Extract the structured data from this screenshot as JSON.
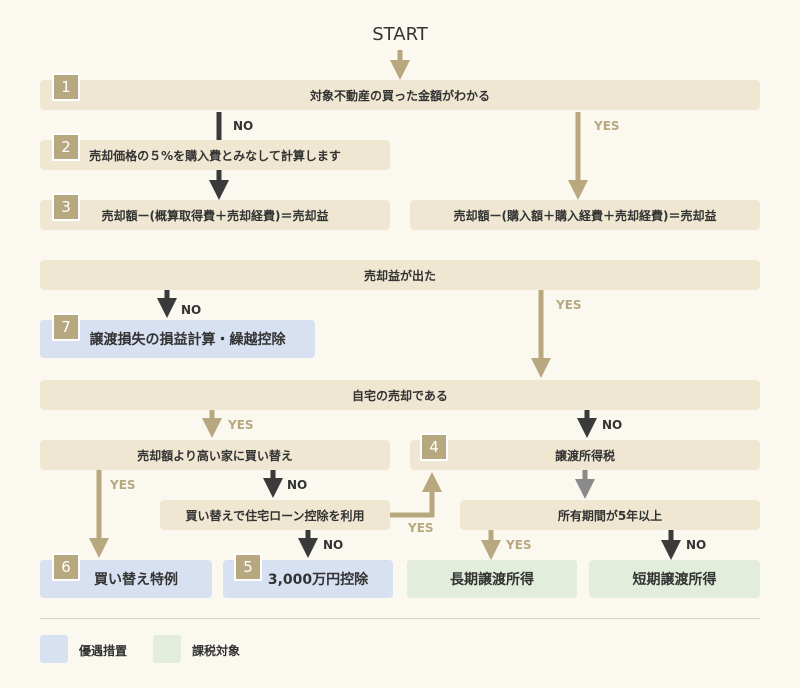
{
  "start": "START",
  "labels": {
    "no": "NO",
    "yes": "YES"
  },
  "nodes": {
    "n1": {
      "num": "1",
      "text": "対象不動産の買った金額がわかる"
    },
    "n2": {
      "num": "2",
      "text": "売却価格の５%を購入費とみなして計算します"
    },
    "n3": {
      "num": "3",
      "text": "売却額ー(概算取得費＋売却経費)＝売却益"
    },
    "n3b": {
      "text": "売却額ー(購入額＋購入経費＋売却経費)＝売却益"
    },
    "gain": {
      "text": "売却益が出た"
    },
    "n7": {
      "num": "7",
      "text": "譲渡損失の損益計算・繰越控除"
    },
    "home": {
      "text": "自宅の売却である"
    },
    "replace": {
      "text": "売却額より高い家に買い替え"
    },
    "n4": {
      "num": "4",
      "text": "譲渡所得税"
    },
    "loan": {
      "text": "買い替えで住宅ローン控除を利用"
    },
    "period": {
      "text": "所有期間が5年以上"
    },
    "n6": {
      "num": "6",
      "text": "買い替え特例"
    },
    "n5": {
      "num": "5",
      "text": "3,000万円控除"
    },
    "long": {
      "text": "長期譲渡所得"
    },
    "short": {
      "text": "短期譲渡所得"
    }
  },
  "legend": [
    {
      "label": "優遇措置",
      "color": "#d8e1f2"
    },
    {
      "label": "課税対象",
      "color": "#e2eedb"
    }
  ],
  "colors": {
    "beige": "#efe7d2",
    "tan": "#b8a880",
    "dark": "#3a3a3a",
    "gray": "#8a8a8a"
  }
}
